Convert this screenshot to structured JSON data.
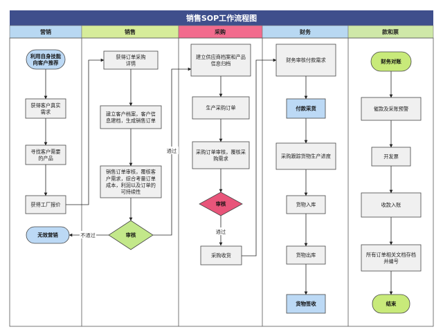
{
  "title": "销售SOP工作流程图",
  "colors": {
    "title_bar": "#3f4f8c",
    "lane_yellowgreen": "#d6ec9a",
    "lane_pink": "#f26b8d",
    "lane_blue": "#b8d8f2",
    "lane_green": "#cfe8a8",
    "node_box": "#f0f0f0",
    "node_border": "#444444",
    "rounded_blue": "#bcd9f5",
    "rounded_green": "#c8ea7a",
    "diamond_green": "#c3e88a",
    "diamond_pink": "#e8557a",
    "line": "#222222"
  },
  "lanes": [
    {
      "label": "营销"
    },
    {
      "label": "销售"
    },
    {
      "label": "采购"
    },
    {
      "label": "财务"
    },
    {
      "label": "款和票"
    }
  ],
  "nodes": {
    "m1": "利用自身技能\n向客户推荐",
    "m2": "获得客户真实\n需求",
    "m3": "寻找客户需要\n的产品",
    "m4": "获得工厂报价",
    "m5": "无效营销",
    "s1": "获得订单采购\n详情",
    "s2": "建立客户档案，客户信\n息建档，生成销售订单",
    "s3": "销售订单审核，覆核客\n户需求，综合考量订单\n成本，利润以及订单的\n可持续性",
    "s4": "审核",
    "p1": "建立供应商档案和产品\n信息归档",
    "p2": "生产采购订单",
    "p3": "采购订单审核，覆核采\n购需求",
    "p4": "审核",
    "p5": "采购收货",
    "f1": "财务审核付款需求",
    "f2": "付款采货",
    "f3": "采购跟踪货物生产进度",
    "f4": "货物入库",
    "f5": "货物出库",
    "f6": "货物签收",
    "k1": "财务对账",
    "k2": "催款及采账预警",
    "k3": "开发票",
    "k4": "收款入账",
    "k5": "所有订单相关文档存档\n并编号",
    "k6": "结束"
  },
  "edge_labels": {
    "not_pass": "不通过",
    "pass_sales": "通过",
    "pass_purchase": "通过"
  }
}
